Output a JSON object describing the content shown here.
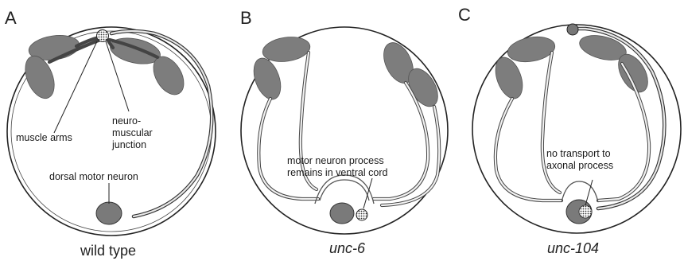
{
  "panels": [
    {
      "letter": "A",
      "caption": "wild type",
      "labels": {
        "muscle_arms": "muscle arms",
        "nmj_line1": "neuro-",
        "nmj_line2": "muscular",
        "nmj_line3": "junction",
        "dorsal_motor_neuron": "dorsal motor neuron"
      }
    },
    {
      "letter": "B",
      "caption": "unc-6",
      "labels": {
        "line1": "motor neuron process",
        "line2": "remains in ventral cord"
      }
    },
    {
      "letter": "C",
      "caption": "unc-104",
      "labels": {
        "line1": "no transport to",
        "line2": "axonal process"
      }
    }
  ],
  "colors": {
    "muscle": "#7d7d7d",
    "outline": "#222222",
    "background": "#ffffff"
  }
}
